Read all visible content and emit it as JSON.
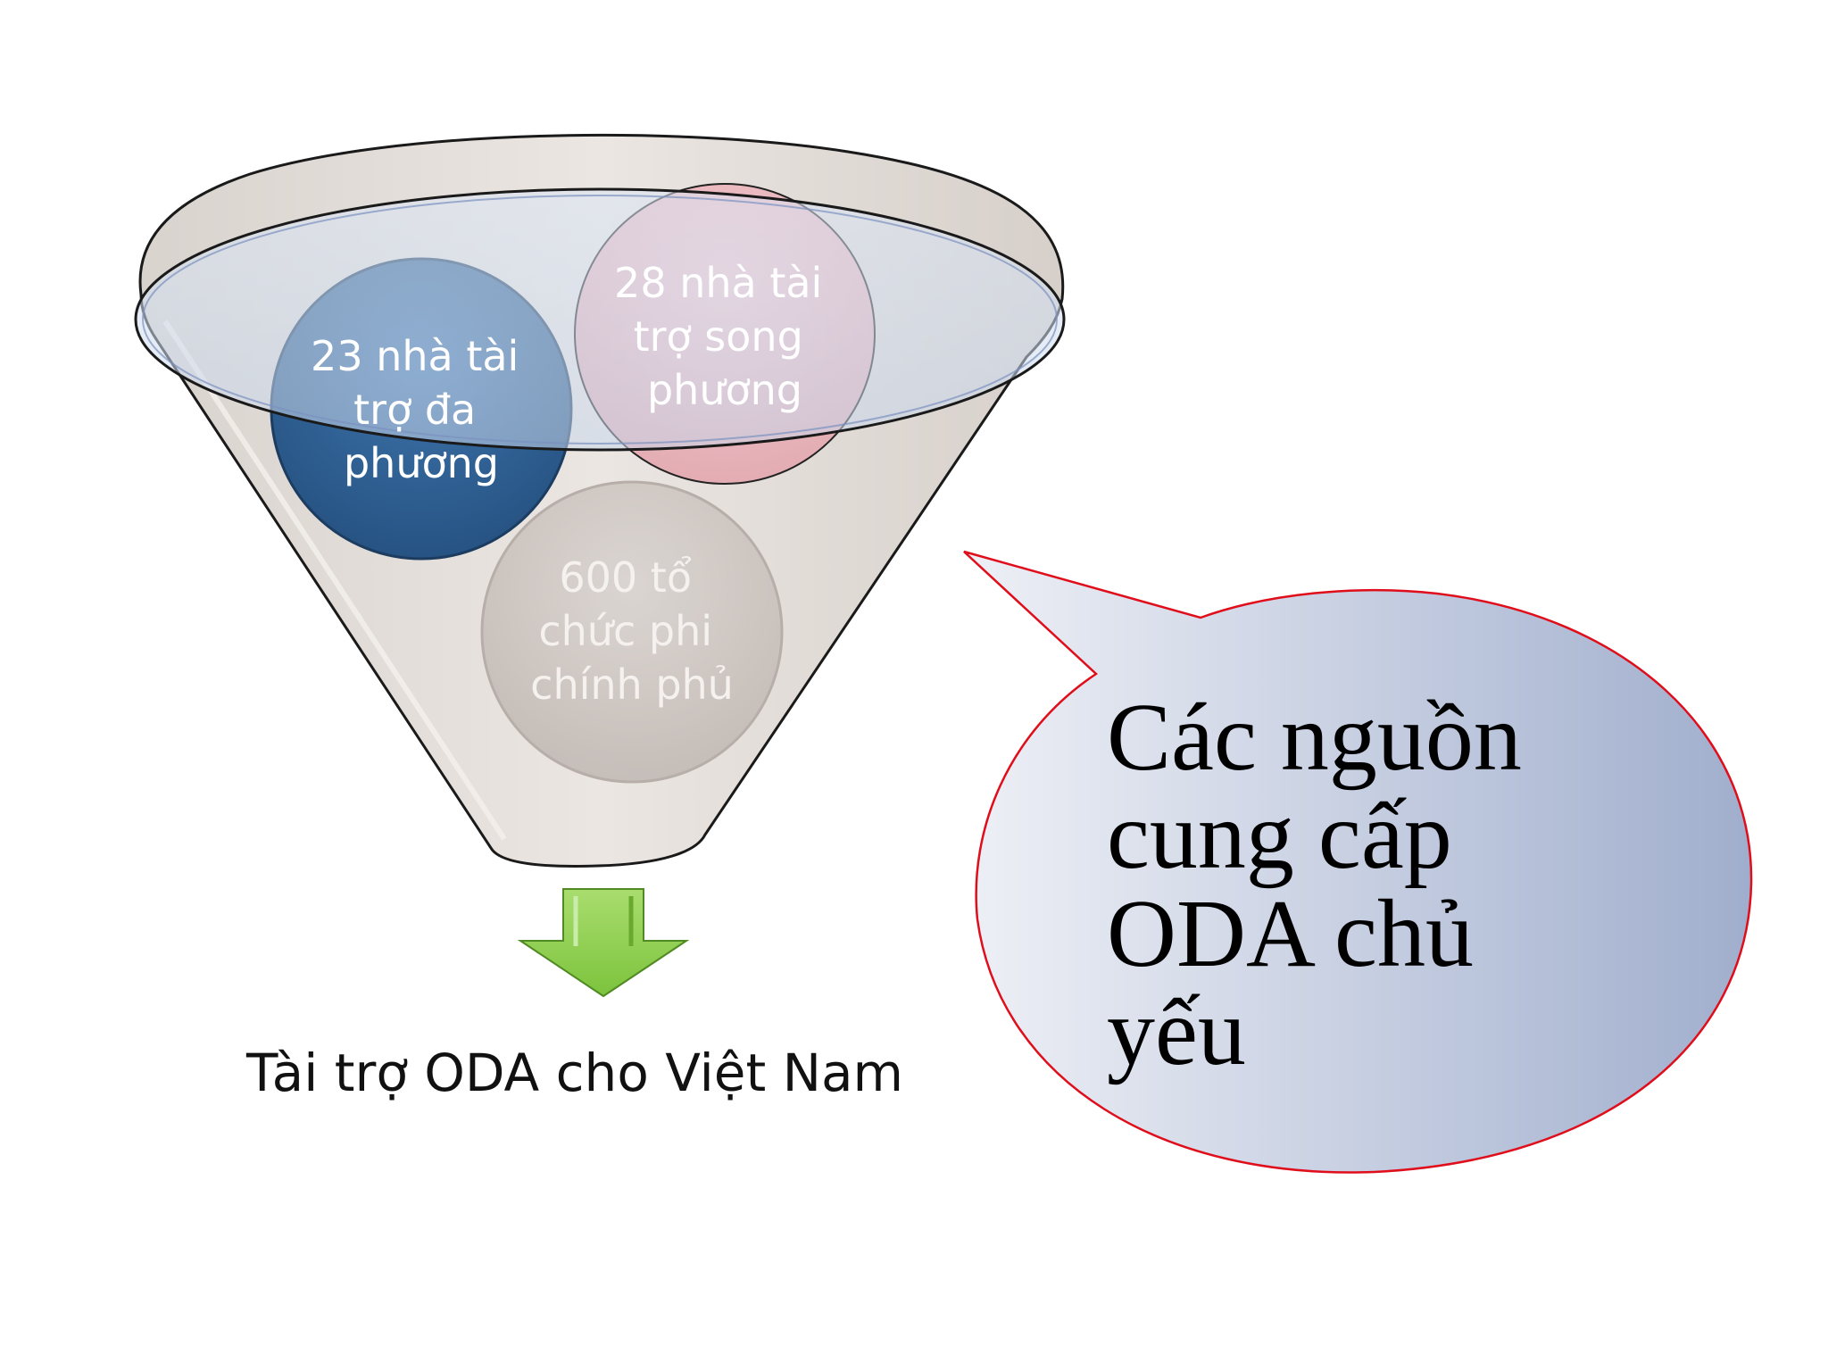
{
  "funnel": {
    "circles": [
      {
        "lines": [
          "23 nhà tài",
          "trợ đa",
          "phương"
        ],
        "fill": "#2e5f93",
        "text_color": "#ffffff"
      },
      {
        "lines": [
          "28 nhà tài",
          "trợ song",
          "phương"
        ],
        "fill": "#e9b9bf",
        "text_color": "#ffffff"
      },
      {
        "lines": [
          "600 tổ",
          "chức phi",
          "chính phủ"
        ],
        "fill": "#cfc8c3",
        "text_color": "#f5f1ef"
      }
    ],
    "output_label": "Tài trợ ODA cho Việt Nam"
  },
  "callout": {
    "lines": [
      "Các nguồn",
      "cung cấp",
      "ODA chủ",
      "yếu"
    ],
    "border_color": "#e00d1a"
  },
  "colors": {
    "arrow": "#8fd14f",
    "funnel_fill": "#e6e0dc",
    "funnel_rim": "#ccdaed",
    "callout_light": "#e5e8f1",
    "callout_dark": "#a5b2cf"
  }
}
